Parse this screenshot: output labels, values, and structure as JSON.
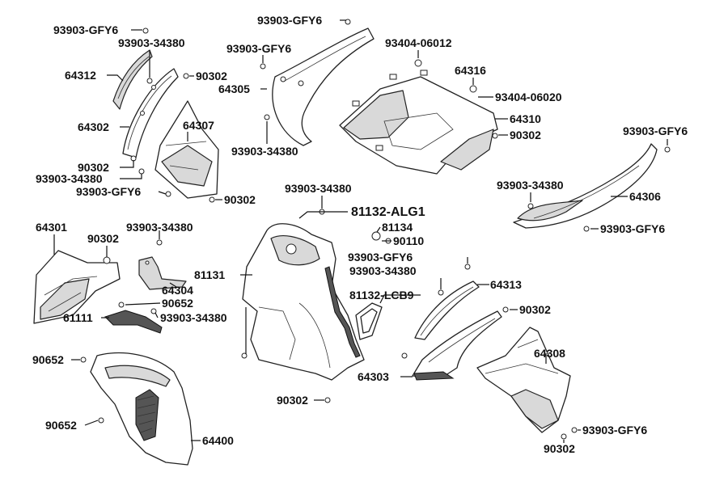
{
  "labels": {
    "p_93903_GFY6_a": "93903-GFY6",
    "p_93903_34380_a": "93903-34380",
    "p_64312": "64312",
    "p_90302_a": "90302",
    "p_64302": "64302",
    "p_64307": "64307",
    "p_90302_b": "90302",
    "p_93903_34380_b": "93903-34380",
    "p_93903_GFY6_b": "93903-GFY6",
    "p_93903_GFY6_c": "93903-GFY6",
    "p_93903_GFY6_d": "93903-GFY6",
    "p_64305": "64305",
    "p_93903_34380_c": "93903-34380",
    "p_93404_06012": "93404-06012",
    "p_64316": "64316",
    "p_93404_06020": "93404-06020",
    "p_64310": "64310",
    "p_90302_c": "90302",
    "p_93903_GFY6_e": "93903-GFY6",
    "p_93903_34380_d": "93903-34380",
    "p_64306": "64306",
    "p_93903_GFY6_f": "93903-GFY6",
    "p_90302_d": "90302",
    "p_93903_34380_e": "93903-34380",
    "p_81132_ALG1": "81132-ALG1",
    "p_81134": "81134",
    "p_90110": "90110",
    "p_64301": "64301",
    "p_90302_e": "90302",
    "p_93903_34380_f": "93903-34380",
    "p_64304": "64304",
    "p_90652_a": "90652",
    "p_61111": "61111",
    "p_93903_34380_g": "93903-34380",
    "p_81131": "81131",
    "p_93903_GFY6_g": "93903-GFY6",
    "p_93903_34380_h": "93903-34380",
    "p_64313": "64313",
    "p_81132_LCB9": "81132-LCB9",
    "p_90302_f": "90302",
    "p_64303": "64303",
    "p_64308": "64308",
    "p_90652_b": "90652",
    "p_90652_c": "90652",
    "p_64400": "64400",
    "p_90302_g": "90302",
    "p_93903_GFY6_h": "93903-GFY6",
    "p_90302_h": "90302"
  }
}
